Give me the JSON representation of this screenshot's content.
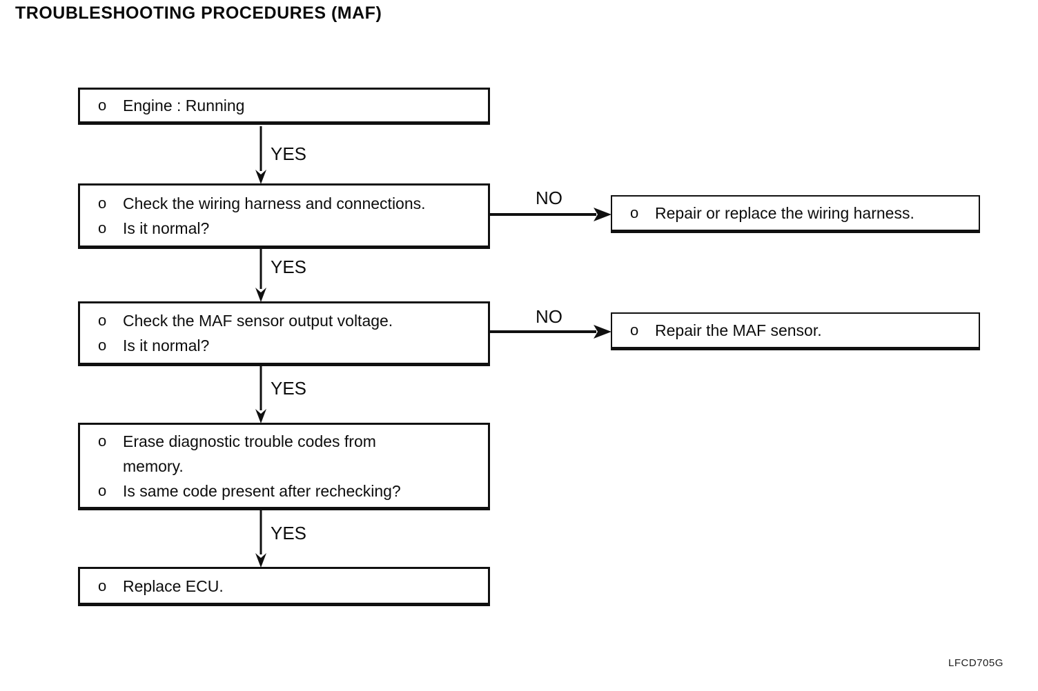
{
  "page": {
    "title": "TROUBLESHOOTING PROCEDURES (MAF)",
    "figure_code": "LFCD705G",
    "background_color": "#ffffff",
    "ink_color": "#0d0d0d"
  },
  "labels": {
    "yes": "YES",
    "no": "NO",
    "bullet": "o"
  },
  "flow": {
    "main_steps": [
      {
        "name": "engine-running",
        "items": [
          "Engine : Running"
        ]
      },
      {
        "name": "check-wiring-harness",
        "items": [
          "Check the wiring harness and connections.",
          "Is it normal?"
        ]
      },
      {
        "name": "check-maf-output-voltage",
        "items": [
          "Check the MAF sensor output voltage.",
          "Is it normal?"
        ]
      },
      {
        "name": "erase-diagnostic-codes",
        "items": [
          "Erase diagnostic trouble codes from\nmemory.",
          "Is same code present after rechecking?"
        ]
      },
      {
        "name": "replace-ecu",
        "items": [
          "Replace ECU."
        ]
      }
    ],
    "no_branches": [
      {
        "name": "repair-wiring-harness",
        "items": [
          "Repair or replace the wiring harness."
        ]
      },
      {
        "name": "repair-maf-sensor",
        "items": [
          "Repair the MAF sensor."
        ]
      }
    ]
  }
}
